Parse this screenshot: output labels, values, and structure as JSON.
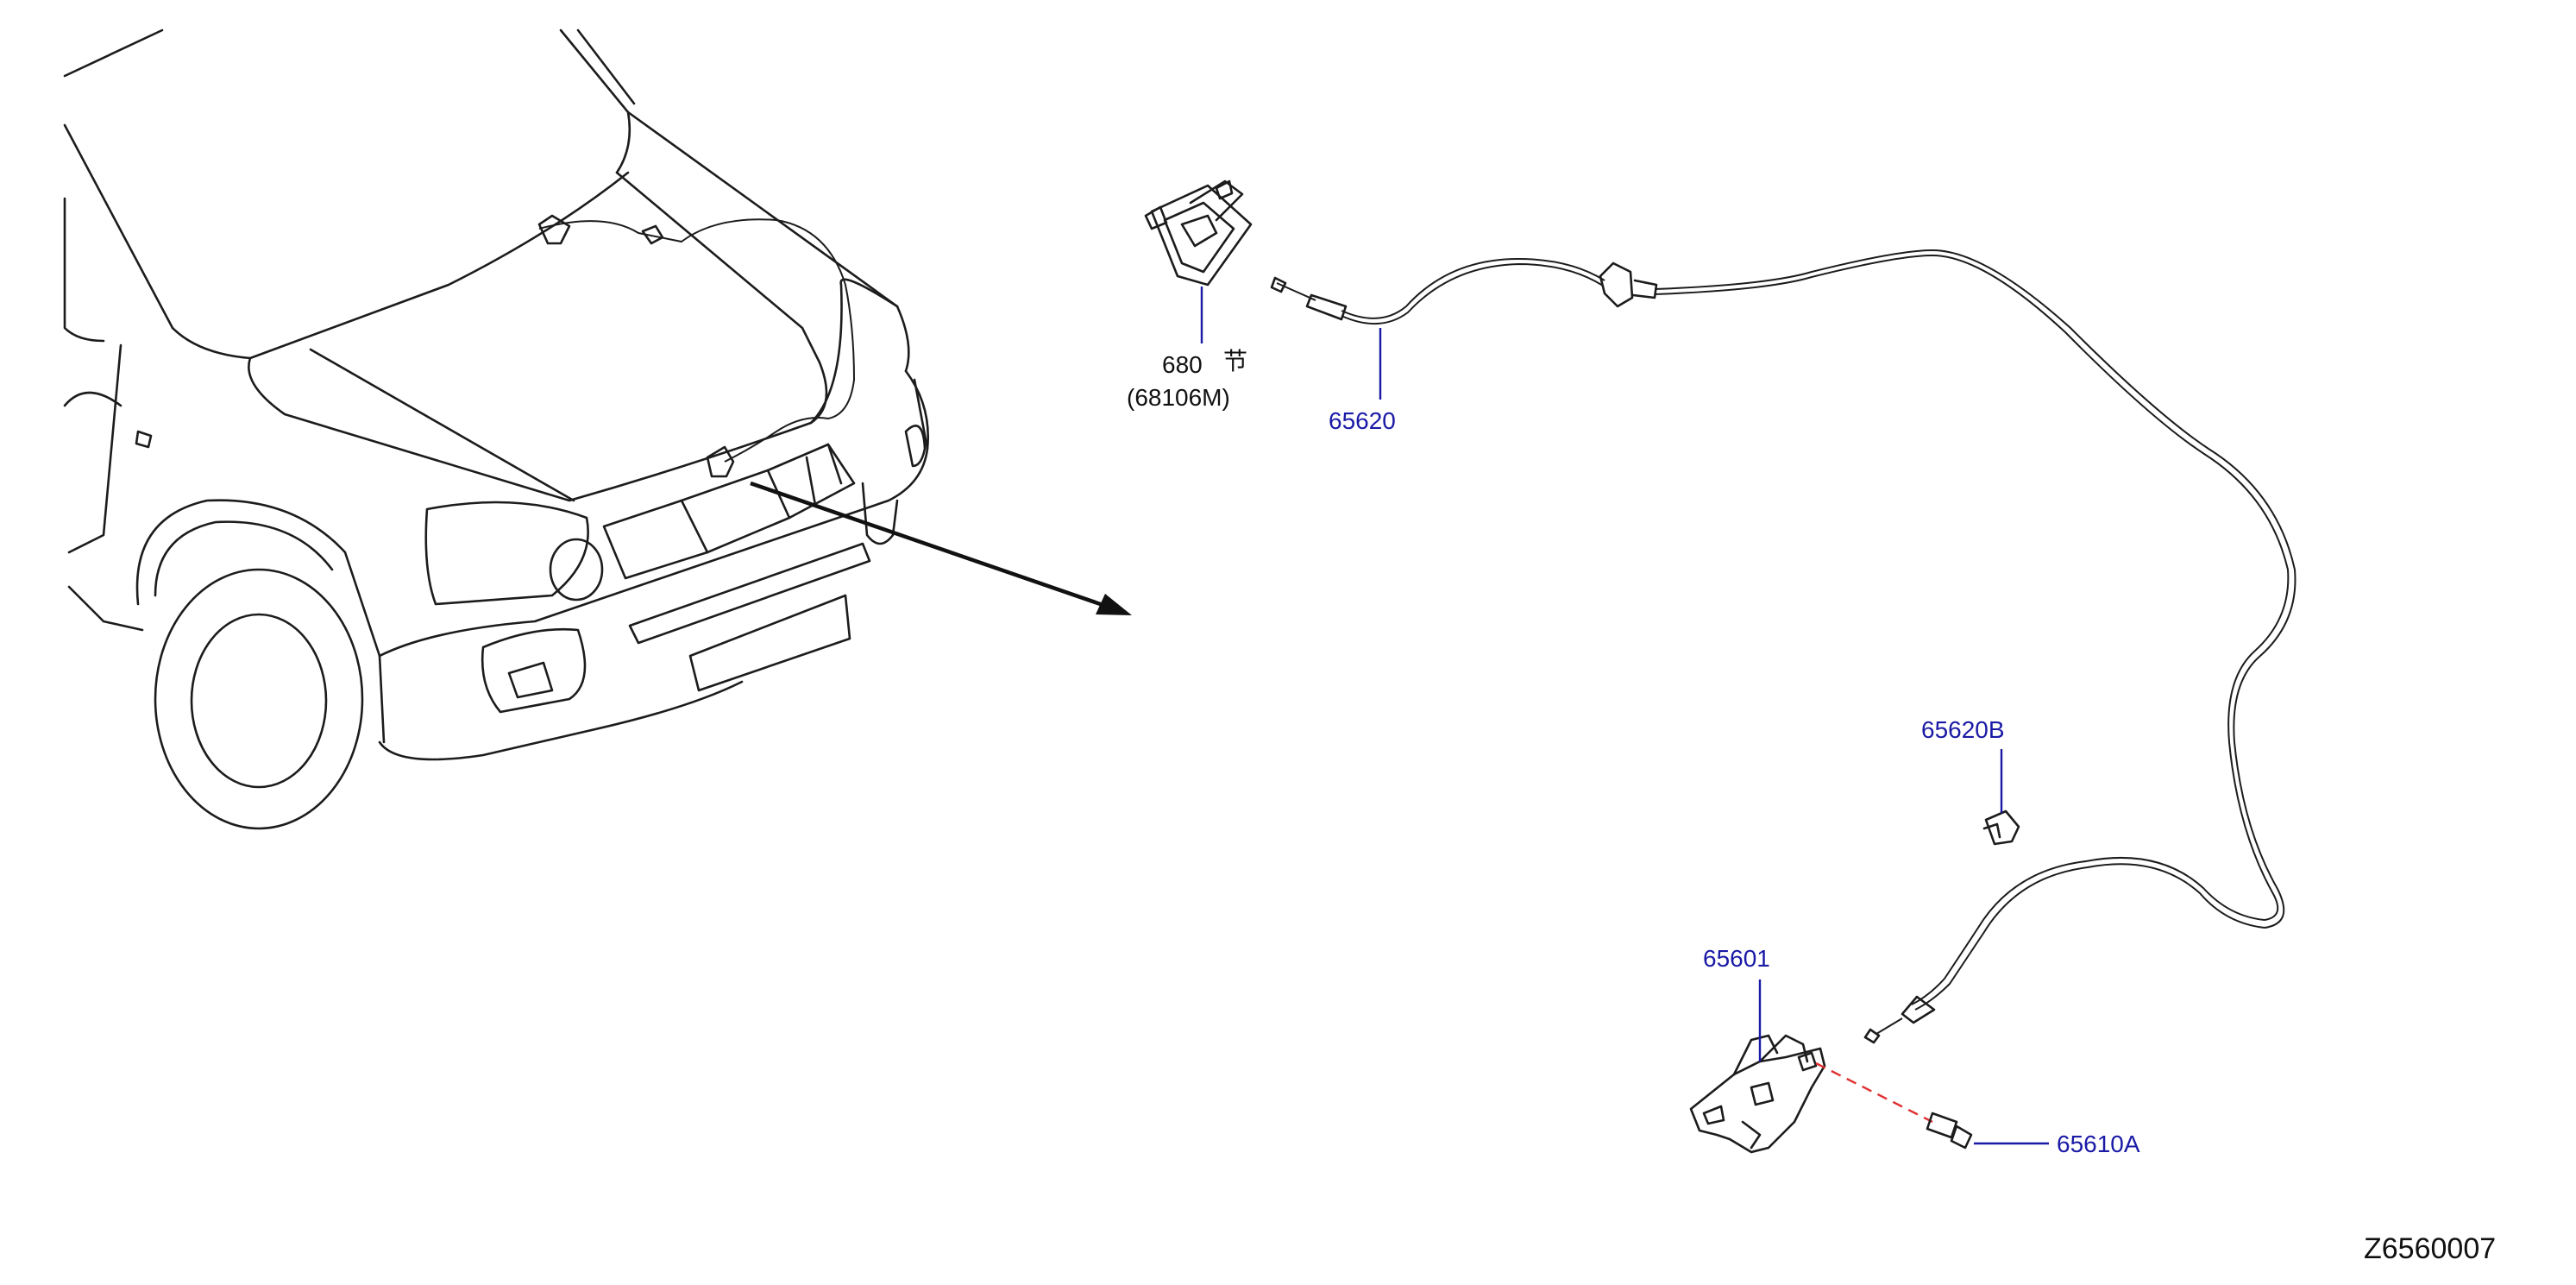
{
  "diagram": {
    "id": "Z6560007",
    "parts": [
      {
        "label": "680",
        "sub": "(68106M)",
        "extra": "节",
        "color": "#111111"
      },
      {
        "label": "65620",
        "color": "#1a1aa6"
      },
      {
        "label": "65620B",
        "color": "#1a1aa6"
      },
      {
        "label": "65601",
        "color": "#1a1aa6"
      },
      {
        "label": "65610A",
        "color": "#1a1aa6"
      }
    ]
  }
}
